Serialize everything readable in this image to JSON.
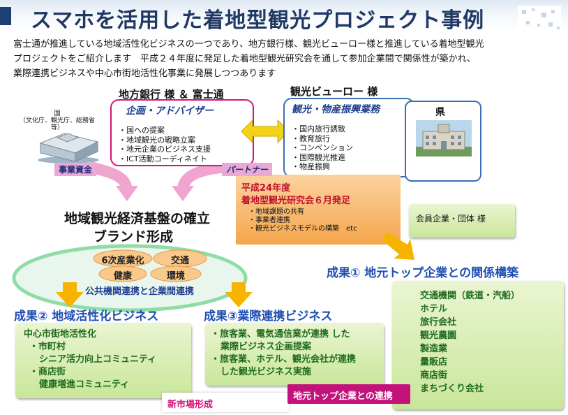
{
  "title": "スマホを活用した着地型観光プロジェクト事例",
  "intro": [
    "富士通が推進している地域活性化ビジネスの一つであり、地方銀行様、観光ビューロー様と推進している着地型観光",
    "プロジェクトをご紹介します　平成２４年度に発足した着地型観光研究会を通して参加企業間で関係性が築かれ、",
    "業際連携ビジネスや中心市街地活性化事業に発展しつつあります"
  ],
  "kuni": {
    "line1": "国",
    "line2": "（文化庁、観光庁、総務省等）"
  },
  "bank": {
    "header": "地方銀行 様 ＆ 富士通",
    "ribbon": "企画・アドバイザー",
    "items": [
      "国への提案",
      "地域観光の戦略立案",
      "地元企業のビジネス支援",
      "ICT活動コーディネイト"
    ]
  },
  "bureau": {
    "header": "観光ビューロー 様",
    "ribbon": "観光・物産振興業務",
    "items": [
      "国内旅行誘致",
      "教育旅行",
      "コンベンション",
      "国際観光推進",
      "物産振興"
    ]
  },
  "ken": "県",
  "jigyo_shikin": "事業資金",
  "partner": "パートナー",
  "kenkyukai": {
    "line1": "平成24年度",
    "line2": "着地型観光研究会６月発足",
    "items": [
      "地域課題の共有",
      "事業者連携",
      "観光ビジネスモデルの構築　etc"
    ]
  },
  "member": "会員企業・団体 様",
  "base": {
    "line1": "地域観光経済基盤の確立",
    "line2": "ブランド形成"
  },
  "tags": {
    "sixth": "6次産業化",
    "transport": "交通",
    "health": "健康",
    "env": "環境"
  },
  "oval_caption": "公共機関連携と企業間連携",
  "result1": "成果① 地元トップ企業との関係構築",
  "result2": "成果② 地域活性化ビジネス",
  "result3": "成果③業際連携ビジネス",
  "box2": {
    "lines": [
      "中心市街地活性化",
      "・市町村",
      "シニア活力向上コミュニティ",
      "・商店街",
      "健康増進コミュニティ"
    ]
  },
  "box3": {
    "lines": [
      "・旅客業、電気通信業が連携 した",
      "業際ビジネス企画提案",
      "・旅客業、ホテル、観光会社が連携",
      "した観光ビジネス実施"
    ]
  },
  "box1": {
    "lines": [
      "交通機関（鉄道・汽船）",
      "ホテル",
      "旅行会社",
      "観光農園",
      "製造業",
      "量販店",
      "商店街",
      "まちづくり会社"
    ]
  },
  "new_market": "新市場形成",
  "top_link": "地元トップ企業との連携",
  "colors": {
    "title": "#1f3864",
    "pink": "#e8a9d4",
    "magenta_border": "#d6127a",
    "blue_border": "#3a6fb5",
    "orange_box": "#f7b25a",
    "result_blue": "#1f4fb4",
    "green_text": "#1e6b1e",
    "arrow_yellow": "#f2c200"
  }
}
